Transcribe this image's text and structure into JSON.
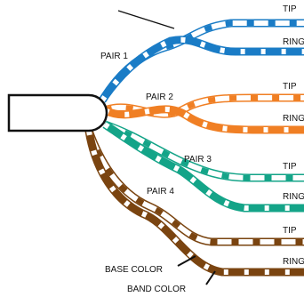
{
  "labels": {
    "pair1": "PAIR 1",
    "pair2": "PAIR 2",
    "pair3": "PAIR 3",
    "pair4": "PAIR 4",
    "tip": "TIP",
    "ring": "RING",
    "base_color": "BASE COLOR",
    "band_color": "BAND COLOR"
  },
  "colors": {
    "pair1": "#1a7cc6",
    "pair2": "#f07f24",
    "pair3": "#14a488",
    "pair4": "#7a4410",
    "band": "#ffffff",
    "outline": "#111111"
  }
}
